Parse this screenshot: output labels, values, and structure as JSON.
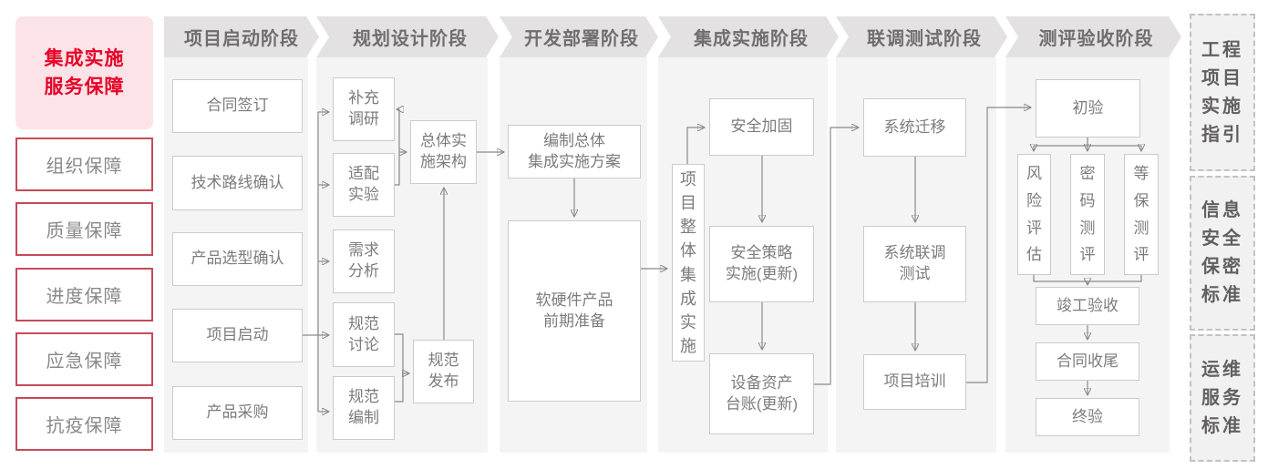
{
  "colors": {
    "accent-red": "#e60127",
    "red-border": "#c64a59",
    "pink-bg": "#fbe3e7",
    "banner-bg": "#e3e1e1",
    "banner-text": "#6f6d6d",
    "column-bg": "#f5f4f4",
    "box-border": "#cccbcb",
    "box-text": "#7d7b7b",
    "line": "#8a8888"
  },
  "sidebar": {
    "title": "集成实施\n服务保障",
    "items": [
      "组织保障",
      "质量保障",
      "进度保障",
      "应急保障",
      "抗疫保障"
    ]
  },
  "phases": [
    {
      "label": "项目启动阶段",
      "boxes": [
        "合同签订",
        "技术路线确认",
        "产品选型确认",
        "项目启动",
        "产品采购"
      ]
    },
    {
      "label": "规划设计阶段",
      "boxes": [
        "补充\n调研",
        "适配\n实验",
        "需求\n分析",
        "规范\n讨论",
        "规范\n编制",
        "总体实\n施架构",
        "规范\n发布"
      ]
    },
    {
      "label": "开发部署阶段",
      "boxes": [
        "编制总体\n集成实施方案",
        "软硬件产品\n前期准备"
      ]
    },
    {
      "label": "集成实施阶段",
      "boxes": [
        "项\n目\n整\n体\n集\n成\n实\n施",
        "安全加固",
        "安全策略\n实施(更新)",
        "设备资产\n台账(更新)"
      ]
    },
    {
      "label": "联调测试阶段",
      "boxes": [
        "系统迁移",
        "系统联调\n测试",
        "项目培训"
      ]
    },
    {
      "label": "测评验收阶段",
      "boxes": [
        "初验",
        "风\n险\n评\n估",
        "密\n码\n测\n评",
        "等\n保\n测\n评",
        "竣工验收",
        "合同收尾",
        "终验"
      ]
    }
  ],
  "standards": [
    "工程\n项目\n实施\n指引",
    "信息\n安全\n保密\n标准",
    "运维\n服务\n标准"
  ]
}
